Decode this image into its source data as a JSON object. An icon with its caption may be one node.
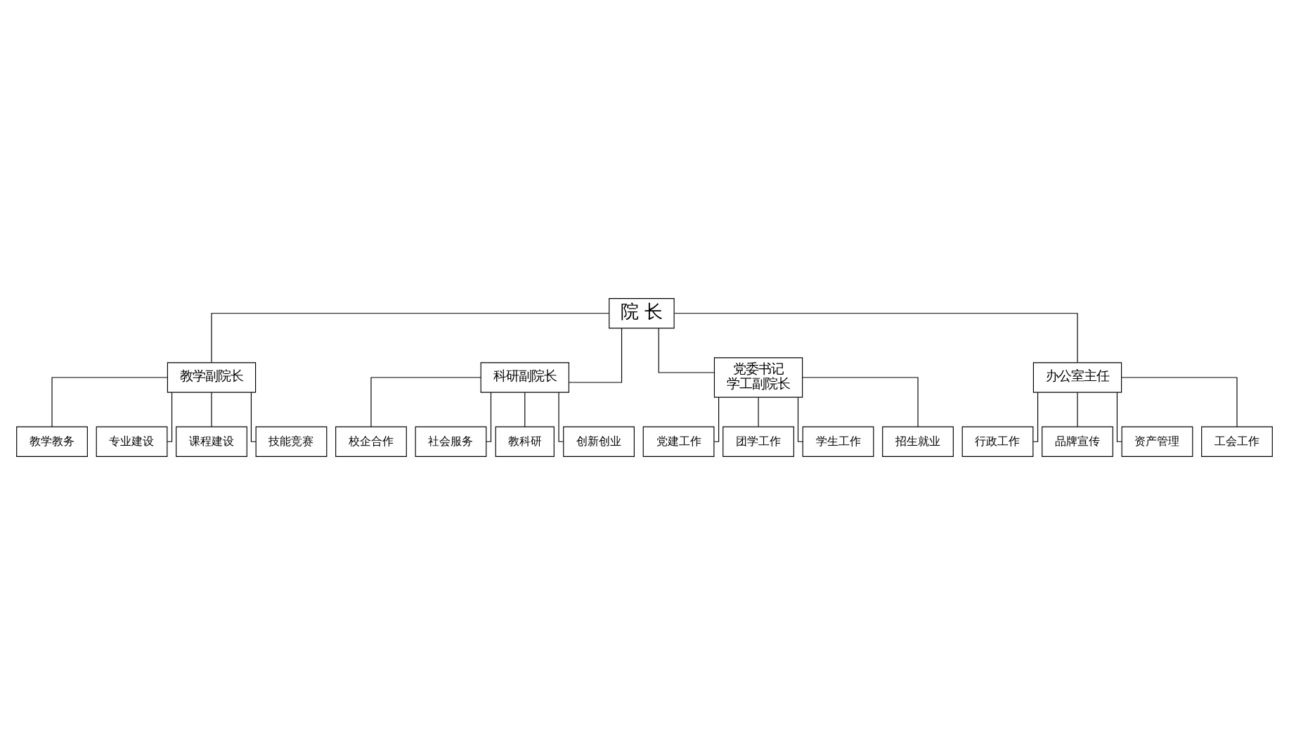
{
  "diagram": {
    "nodes": [
      {
        "text": [
          "院 长"
        ]
      },
      {
        "text": [
          "教学副院长"
        ]
      },
      {
        "text": [
          "科研副院长"
        ]
      },
      {
        "text": [
          "党委书记",
          "学工副院长"
        ]
      },
      {
        "text": [
          "办公室主任"
        ]
      },
      {
        "text": [
          "教学教务"
        ]
      },
      {
        "text": [
          "专业建设"
        ]
      },
      {
        "text": [
          "课程建设"
        ]
      },
      {
        "text": [
          "技能竞赛"
        ]
      },
      {
        "text": [
          "校企合作"
        ]
      },
      {
        "text": [
          "社会服务"
        ]
      },
      {
        "text": [
          "教科研"
        ]
      },
      {
        "text": [
          "创新创业"
        ]
      },
      {
        "text": [
          "党建工作"
        ]
      },
      {
        "text": [
          "团学工作"
        ]
      },
      {
        "text": [
          "学生工作"
        ]
      },
      {
        "text": [
          "招生就业"
        ]
      },
      {
        "text": [
          "行政工作"
        ]
      },
      {
        "text": [
          "品牌宣传"
        ]
      },
      {
        "text": [
          "资产管理"
        ]
      },
      {
        "text": [
          "工会工作"
        ]
      }
    ],
    "edges": [
      {
        "from": 0,
        "to": 1,
        "arrow": "none"
      },
      {
        "from": 0,
        "to": 2,
        "arrow": "none"
      },
      {
        "from": 0,
        "to": 3,
        "arrow": "none"
      },
      {
        "from": 0,
        "to": 4,
        "arrow": "none"
      },
      {
        "from": 1,
        "to": 5,
        "arrow": "none"
      },
      {
        "from": 1,
        "to": 6,
        "arrow": "none"
      },
      {
        "from": 1,
        "to": 7,
        "arrow": "none"
      },
      {
        "from": 1,
        "to": 8,
        "arrow": "none"
      },
      {
        "from": 2,
        "to": 9,
        "arrow": "none"
      },
      {
        "from": 2,
        "to": 10,
        "arrow": "none"
      },
      {
        "from": 2,
        "to": 11,
        "arrow": "none"
      },
      {
        "from": 2,
        "to": 12,
        "arrow": "none"
      },
      {
        "from": 3,
        "to": 13,
        "arrow": "none"
      },
      {
        "from": 3,
        "to": 14,
        "arrow": "none"
      },
      {
        "from": 3,
        "to": 15,
        "arrow": "none"
      },
      {
        "from": 3,
        "to": 16,
        "arrow": "none"
      },
      {
        "from": 4,
        "to": 17,
        "arrow": "none"
      },
      {
        "from": 4,
        "to": 18,
        "arrow": "none"
      },
      {
        "from": 4,
        "to": 19,
        "arrow": "none"
      },
      {
        "from": 4,
        "to": 20,
        "arrow": "none"
      }
    ]
  }
}
